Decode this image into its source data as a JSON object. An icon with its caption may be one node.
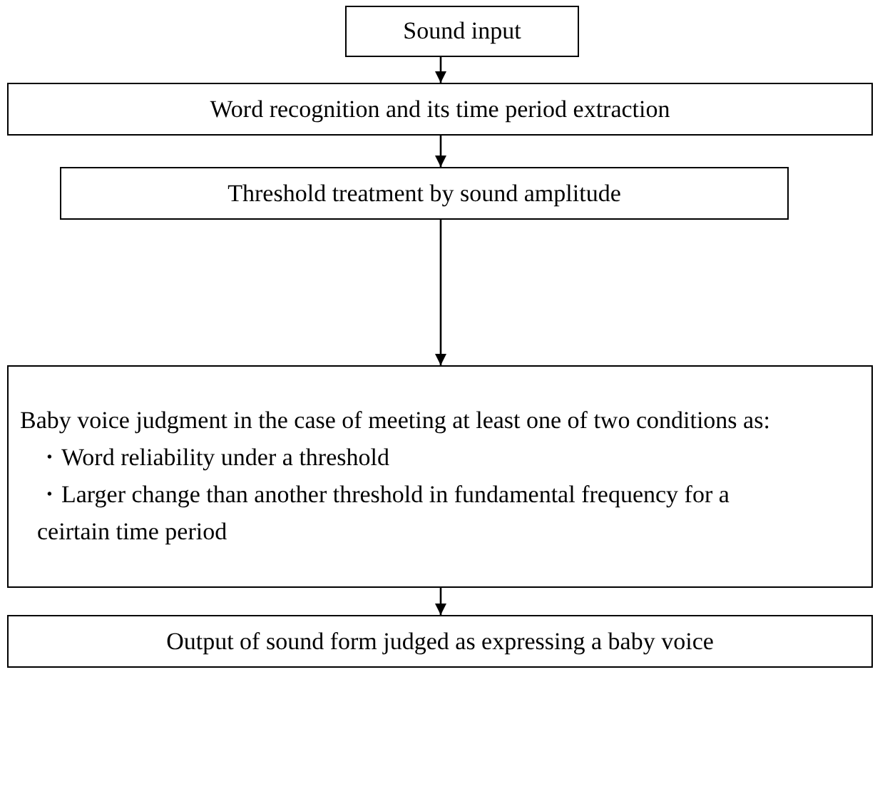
{
  "diagram": {
    "nodes": [
      {
        "text": [
          "Sound input"
        ]
      },
      {
        "text": [
          "Word recognition and its time period extraction"
        ]
      },
      {
        "text": [
          "Threshold treatment by sound amplitude"
        ]
      },
      {
        "text": [
          "Baby voice judgment in the case of meeting at least one of two conditions as:",
          "・Word reliability under a threshold",
          "・Larger change than another threshold in fundamental frequency for a ceirtain time period"
        ]
      },
      {
        "text": [
          "Output of sound form judged as expressing a baby voice"
        ]
      }
    ],
    "edges": [
      {
        "from": 0,
        "to": 1,
        "arrow": "to"
      },
      {
        "from": 1,
        "to": 2,
        "arrow": "to"
      },
      {
        "from": 2,
        "to": 3,
        "arrow": "to"
      },
      {
        "from": 3,
        "to": 4,
        "arrow": "to"
      }
    ]
  }
}
